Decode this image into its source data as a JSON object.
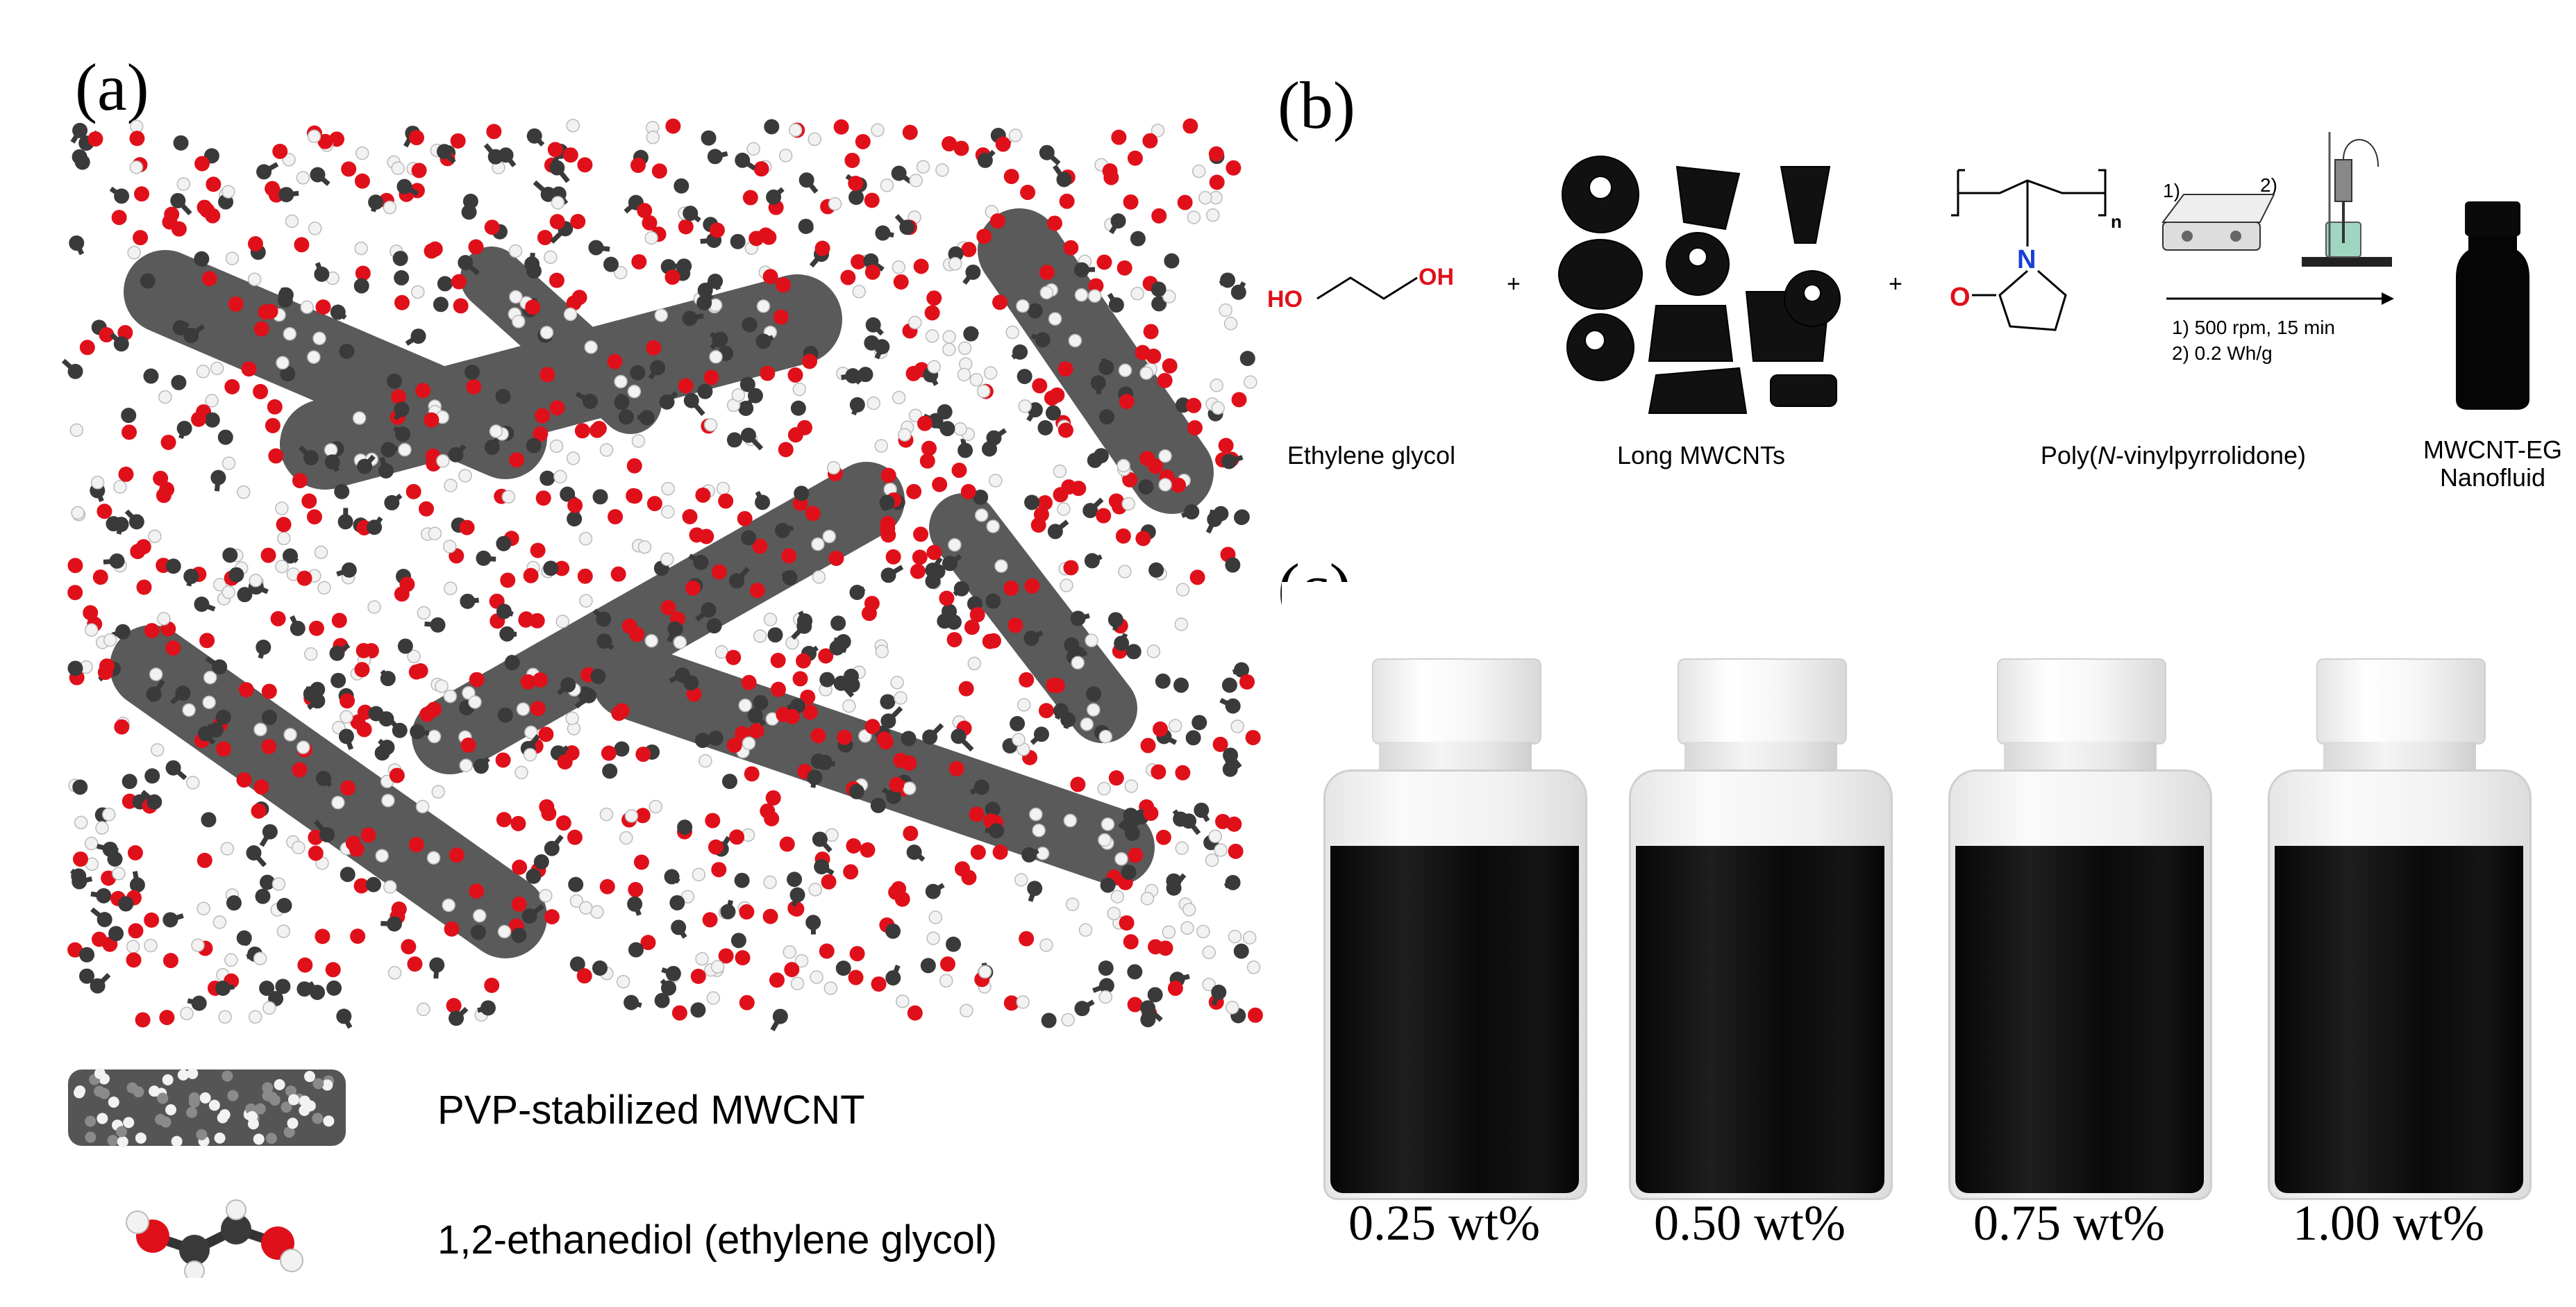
{
  "panels": {
    "a": "(a)",
    "b": "(b)",
    "c": "(c)"
  },
  "legend": {
    "item1": "PVP-stabilized MWCNT",
    "item2": "1,2-ethanediol (ethylene glycol)"
  },
  "scheme": {
    "ethylene_glycol": "Ethylene glycol",
    "long_mwcnts": "Long MWCNTs",
    "pvp_prefix": "Poly(",
    "pvp_italic": "N",
    "pvp_suffix": "-vinylpyrrolidone)",
    "product_line1": "MWCNT-EG",
    "product_line2": "Nanofluid",
    "plus": "+",
    "step1_marker": "1)",
    "step2_marker": "2)",
    "condition1": "1) 500 rpm, 15 min",
    "condition2": "2) 0.2 Wh/g",
    "atom_ho": "HO",
    "atom_oh": "OH",
    "atom_o": "O",
    "atom_n": "N",
    "subscript_n": "n"
  },
  "vials": [
    {
      "label": "0.25 wt%"
    },
    {
      "label": "0.50 wt%"
    },
    {
      "label": "0.75 wt%"
    },
    {
      "label": "1.00 wt%"
    }
  ],
  "colors": {
    "oxygen": "#e0101a",
    "carbon": "#3a3a3a",
    "hydrogen": "#f2f2f2",
    "nitrogen": "#1a3fd6",
    "nanotube": "#5a5a5a"
  }
}
